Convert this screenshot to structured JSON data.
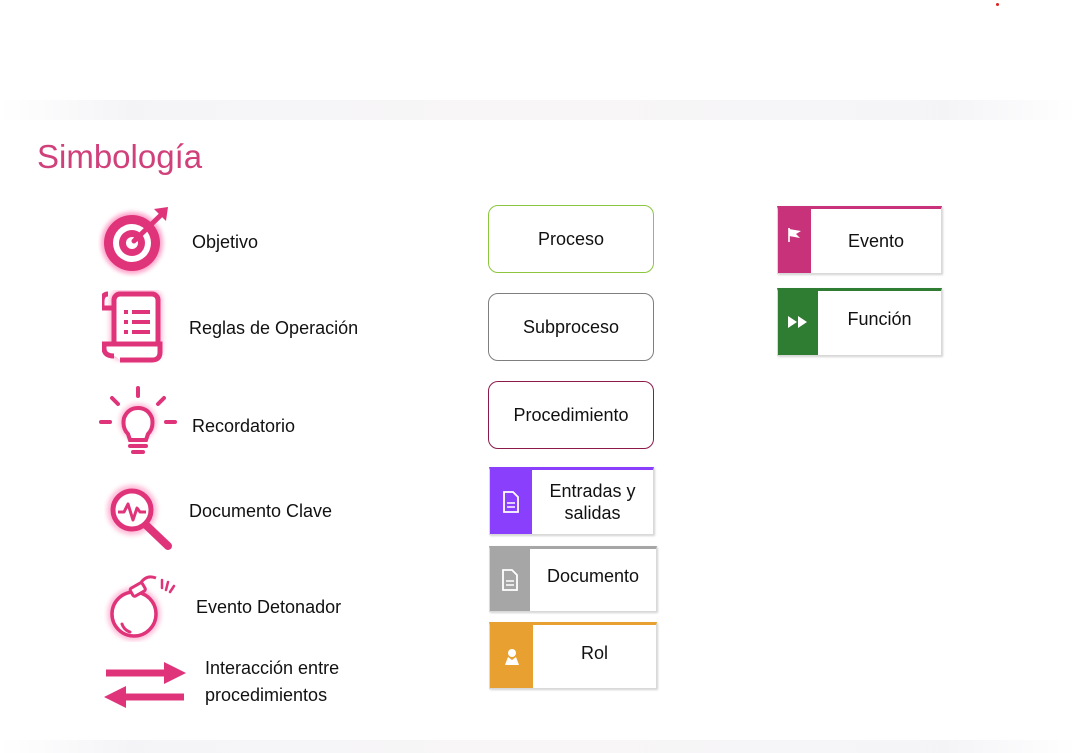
{
  "title": "Simbología",
  "symbols": [
    {
      "icon": "target-icon",
      "label": "Objetivo"
    },
    {
      "icon": "scroll-document-icon",
      "label": "Reglas de Operación"
    },
    {
      "icon": "lightbulb-icon",
      "label": "Recordatorio"
    },
    {
      "icon": "magnifier-pulse-icon",
      "label": "Documento Clave"
    },
    {
      "icon": "bomb-icon",
      "label": "Evento Detonador"
    },
    {
      "icon": "double-arrow-icon",
      "label_line1": "Interacción entre",
      "label_line2": "procedimientos"
    }
  ],
  "boxes": {
    "proceso": {
      "label": "Proceso",
      "border": "#8cc63f"
    },
    "subproceso": {
      "label": "Subproceso",
      "border": "#7f7f7f"
    },
    "procedimiento": {
      "label": "Procedimiento",
      "border": "#8b1a4a"
    }
  },
  "tagged": {
    "entradas": {
      "label_line1": "Entradas y",
      "label_line2": "salidas",
      "color": "#8a3ffc",
      "icon": "document-icon"
    },
    "documento": {
      "label": "Documento",
      "color": "#a6a6a6",
      "icon": "document-icon"
    },
    "rol": {
      "label": "Rol",
      "color": "#e8a030",
      "icon": "person-icon"
    },
    "evento": {
      "label": "Evento",
      "color": "#c8327a",
      "icon": "flag-icon"
    },
    "funcion": {
      "label": "Función",
      "color": "#2e7d32",
      "icon": "fast-forward-icon"
    }
  },
  "colors": {
    "accent": "#d0407a",
    "icon_pink": "#e0347a"
  }
}
